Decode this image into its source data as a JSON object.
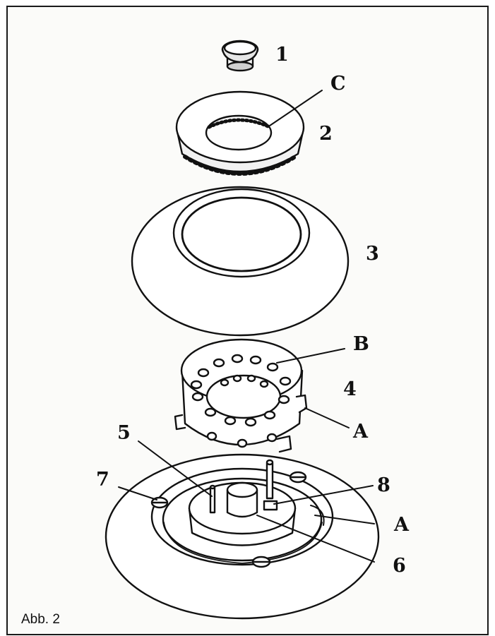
{
  "figure": {
    "caption": "Abb. 2",
    "part_numbers": [
      "1",
      "2",
      "3",
      "4",
      "5",
      "6",
      "7",
      "8"
    ],
    "letters": {
      "a": "A",
      "b": "B",
      "c": "C"
    }
  },
  "colors": {
    "ink": "#111111",
    "paper": "#fbfbf9"
  }
}
